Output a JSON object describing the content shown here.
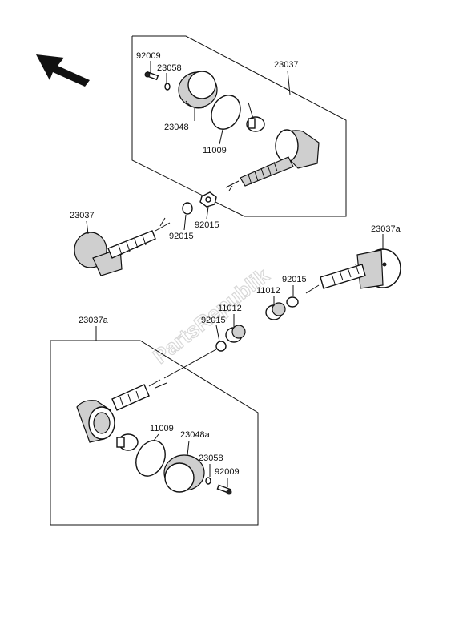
{
  "labels": {
    "l92009_top": "92009",
    "l23058_top": "23058",
    "l23037_top": "23037",
    "l23048": "23048",
    "l11009_top": "11009",
    "l23037_left": "23037",
    "l92015_a": "92015",
    "l92015_b": "92015",
    "l23037a_right": "23037a",
    "l92015_c": "92015",
    "l11012_a": "11012",
    "l11012_b": "11012",
    "l92015_d": "92015",
    "l23037a_bottom": "23037a",
    "l11009_bottom": "11009",
    "l23048a": "23048a",
    "l23058_bottom": "23058",
    "l92009_bottom": "92009"
  },
  "watermark": "PartsRepublik"
}
